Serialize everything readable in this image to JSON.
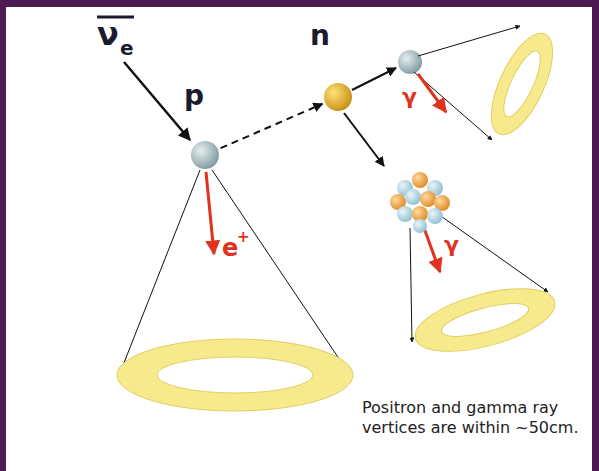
{
  "diagram": {
    "caption": "Positron and gamma ray vertices are within ~50cm.",
    "nodes": [
      {
        "text": [
          "p"
        ]
      },
      {
        "text": [
          "n"
        ]
      }
    ],
    "edges": [
      {
        "from": 0,
        "to": 1,
        "arrow": "to"
      }
    ],
    "labels": [
      "ν",
      "e",
      "e",
      "+",
      "γ",
      "γ"
    ]
  }
}
